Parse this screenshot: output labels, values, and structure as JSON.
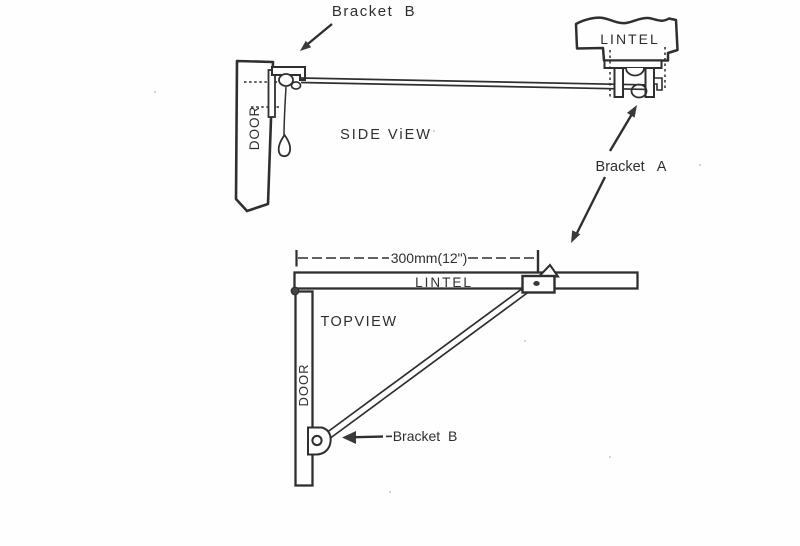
{
  "diagram": {
    "title_implicit": "Door closer bracket installation drawing",
    "ink_color": "#2f2f2f",
    "background_color": "#fefefe"
  },
  "side_view": {
    "title": "SIDE ViEW",
    "door_label": "DOOR",
    "lintel_label": "LINTEL",
    "bracket_b_callout": "Bracket  B",
    "bracket_a_callout": "Bracket   A"
  },
  "top_view": {
    "title": "TOPVIEW",
    "door_label": "DOOR",
    "lintel_label": "LINTEL",
    "bracket_b_callout": "Bracket  B",
    "dimension_label": "300mm(12\")"
  }
}
